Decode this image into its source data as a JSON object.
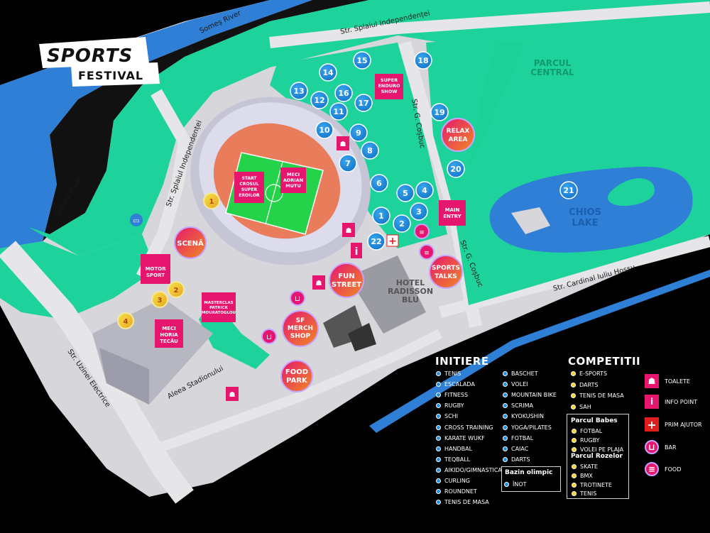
{
  "logo": {
    "line1": "SPORTS",
    "line2": "FESTIVAL"
  },
  "map_labels": {
    "somes_river_1": "Someș River",
    "somes_river_2": "Someș River",
    "str_splaiul_top": "Str. Splaiul Independenței",
    "str_splaiul_left": "Str. Splaiul Independenței",
    "str_cosbuc_1": "Str. G. Coșbuc",
    "str_cosbuc_2": "Str. G. Coșbuc",
    "str_cardinal": "Str. Cardinal Iuliu Hossu",
    "str_uzinei": "Str. Uzinei Electrice",
    "aleea": "Aleea Stadionului",
    "parcul_central": [
      "PARCUL",
      "CENTRAL"
    ],
    "chios_lake": [
      "CHIOS",
      "LAKE"
    ],
    "hotel": [
      "HOTEL",
      "RADISSON",
      "BLU"
    ]
  },
  "venues": {
    "scena": "SCENĂ",
    "fun_street": [
      "FUN",
      "STREET"
    ],
    "sf_merch_shop": [
      "SF",
      "MERCH",
      "SHOP"
    ],
    "food_park": [
      "FOOD",
      "PARK"
    ],
    "sports_talks": [
      "SPORTS",
      "TALKS"
    ],
    "relax_area": [
      "RELAX",
      "AREA"
    ]
  },
  "signs": {
    "super_enduro": [
      "SUPER",
      "ENDURO",
      "SHOW"
    ],
    "start_crosul": [
      "START",
      "CROSUL",
      "SUPER",
      "EROILOR"
    ],
    "meci_adrian": [
      "MECI",
      "ADRIAN",
      "MUTU"
    ],
    "main_entry": [
      "MAIN",
      "ENTRY"
    ],
    "motor_sport": [
      "MOTOR",
      "SPORT"
    ],
    "masterclass": [
      "MASTERCLAS",
      "PATRICK",
      "MOURATOGLOU"
    ],
    "meci_horia": [
      "MECI",
      "HORIA",
      "TECĂU"
    ]
  },
  "stations": [
    "1",
    "2",
    "3",
    "4",
    "5",
    "6",
    "7",
    "8",
    "9",
    "10",
    "11",
    "12",
    "13",
    "14",
    "15",
    "16",
    "17",
    "18",
    "19",
    "20",
    "21",
    "22"
  ],
  "yellow_stations": [
    "1",
    "2",
    "3",
    "4"
  ],
  "legend": {
    "initiere_title": "INITIERE",
    "initiere_col1": [
      "TENIS",
      "ESCALADA",
      "FITNESS",
      "RUGBY",
      "SCHI",
      "CROSS TRAINING",
      "KARATE WUKF",
      "HANDBAL",
      "TEQBALL",
      "AIKIDO/GIMNASTICA",
      "CURLING",
      "ROUNDNET",
      "TENIS DE MASA"
    ],
    "initiere_col2": [
      "BASCHET",
      "VOLEI",
      "MOUNTAIN BIKE",
      "SCRIMA",
      "KYOKUSHIN",
      "YOGA/PILATES",
      "FOTBAL",
      "CAIAC",
      "DARTS"
    ],
    "bazin_title": "Bazin olimpic",
    "bazin_items": [
      "ÎNOT"
    ],
    "competitii_title": "COMPETITII",
    "competitii_items": [
      "E-SPORTS",
      "DARTS",
      "TENIS DE MASA",
      "SAH"
    ],
    "babes_title": "Parcul Babes",
    "babes_items": [
      "FOTBAL",
      "RUGBY",
      "VOLEI PE PLAJA"
    ],
    "rozelor_title": "Parcul Rozelor",
    "rozelor_items": [
      "SKATE",
      "BMX",
      "TROTINETE",
      "TENIS"
    ],
    "services": [
      {
        "icon": "toilet-icon",
        "label": "TOALETE"
      },
      {
        "icon": "info-icon",
        "label": "INFO POINT"
      },
      {
        "icon": "first-aid-icon",
        "label": "PRIM AJUTOR"
      },
      {
        "icon": "bar-icon",
        "label": "BAR"
      },
      {
        "icon": "food-icon",
        "label": "FOOD"
      }
    ],
    "info_glyph": "i",
    "aid_glyph": "+"
  },
  "colors": {
    "green": "#1ed39b",
    "river": "#2f7fd6",
    "magenta": "#e6166e",
    "blue_pin": "#1f8fe0",
    "yellow_pin": "#f5d22c"
  }
}
